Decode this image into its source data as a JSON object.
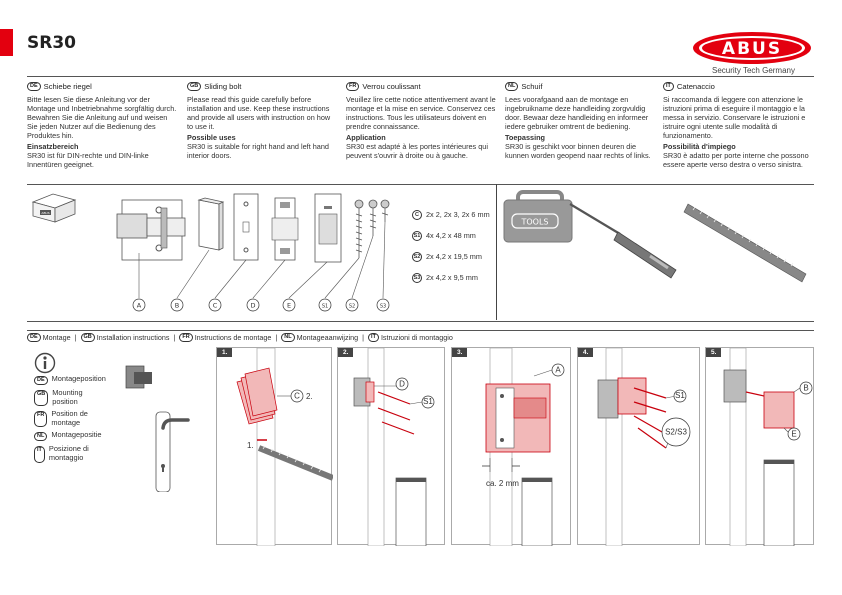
{
  "header": {
    "title": "SR30",
    "brand": "ABUS",
    "tagline": "Security Tech Germany",
    "accent_color": "#e3000f"
  },
  "languages": [
    {
      "code": "DE",
      "name": "Schiebe riegel",
      "intro": "Bitte lesen Sie diese Anleitung vor der Montage und Inbetriebnahme sorgfältig durch. Bewahren Sie die Anleitung auf und weisen Sie jeden Nutzer auf die Bedienung des Produktes hin.",
      "sub_title": "Einsatzbereich",
      "sub_text": "SR30 ist für DIN-rechte und DIN-linke Innentüren geeignet."
    },
    {
      "code": "GB",
      "name": "Sliding bolt",
      "intro": "Please read this guide carefully before installation and use. Keep these instructions and provide all users with instruction on how to use it.",
      "sub_title": "Possible uses",
      "sub_text": "SR30 is suitable for right hand and left hand interior doors."
    },
    {
      "code": "FR",
      "name": "Verrou coulissant",
      "intro": "Veuillez lire cette notice attentivement avant le montage et la mise en service. Conservez ces instructions. Tous les utilisateurs doivent en prendre connaissance.",
      "sub_title": "Application",
      "sub_text": "SR30 est adapté à les portes intérieures qui peuvent s'ouvrir à droite ou à gauche."
    },
    {
      "code": "NL",
      "name": "Schuif",
      "intro": "Lees voorafgaand aan de montage en ingebruikname deze handleiding zorgvuldig door. Bewaar deze handleiding en informeer iedere gebruiker omtrent de bediening.",
      "sub_title": "Toepassing",
      "sub_text": "SR30 is geschikt voor binnen deuren die kunnen worden geopend naar rechts of links."
    },
    {
      "code": "IT",
      "name": "Catenaccio",
      "intro": "Si raccomanda di leggere con attenzione le istruzioni prima di eseguire il montaggio e la messa in servizio. Conservare le istruzioni e istruire ogni utente sulle modalità di funzionamento.",
      "sub_title": "Possibilità d'impiego",
      "sub_text": "SR30 è adatto per porte interne che possono essere aperte verso destra o verso sinistra."
    }
  ],
  "parts": {
    "labels": [
      "A",
      "B",
      "C",
      "D",
      "E",
      "S1",
      "S2",
      "S3"
    ],
    "box_label": "ABUS"
  },
  "screws": [
    {
      "code": "C",
      "text": "2x 2, 2x 3, 2x 6 mm"
    },
    {
      "code": "S1",
      "text": "4x 4,2 x 48 mm"
    },
    {
      "code": "S2",
      "text": "2x 4,2 x 19,5 mm"
    },
    {
      "code": "S3",
      "text": "2x 4,2 x 9,5 mm"
    }
  ],
  "tools_label": "TOOLS",
  "mounting": [
    {
      "code": "DE",
      "text": "Montage"
    },
    {
      "code": "GB",
      "text": "Installation instructions"
    },
    {
      "code": "FR",
      "text": "Instructions de montage"
    },
    {
      "code": "NL",
      "text": "Montageaanwijzing"
    },
    {
      "code": "IT",
      "text": "Istruzioni di montaggio"
    }
  ],
  "position_legend": [
    {
      "code": "DE",
      "text": "Montageposition"
    },
    {
      "code": "GB",
      "text": "Mounting position"
    },
    {
      "code": "FR",
      "text": "Position de montage"
    },
    {
      "code": "NL",
      "text": "Montagepositie"
    },
    {
      "code": "IT",
      "text": "Posizione di montaggio"
    }
  ],
  "steps": [
    {
      "num": "1.",
      "labels": [
        "C",
        "2.",
        "1."
      ]
    },
    {
      "num": "2.",
      "labels": [
        "D",
        "S1"
      ]
    },
    {
      "num": "3.",
      "labels": [
        "A",
        "ca. 2 mm"
      ]
    },
    {
      "num": "4.",
      "labels": [
        "S1",
        "S2/S3"
      ]
    },
    {
      "num": "5.",
      "labels": [
        "B",
        "E"
      ]
    }
  ],
  "colors": {
    "accent": "#e3000f",
    "part_highlight": "#f2b8b8",
    "part_stroke": "#c8000d"
  }
}
